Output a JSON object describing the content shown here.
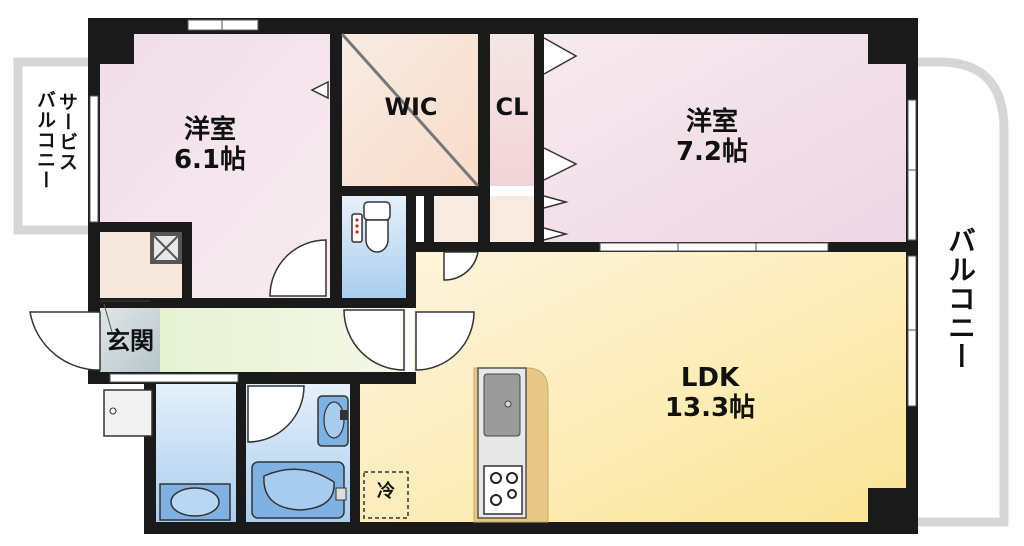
{
  "rooms": {
    "western_left": {
      "name": "洋室",
      "size": "6.1帖"
    },
    "wic": {
      "name": "WIC"
    },
    "cl": {
      "name": "CL"
    },
    "western_right": {
      "name": "洋室",
      "size": "7.2帖"
    },
    "entrance": {
      "name": "玄関"
    },
    "ldk": {
      "name": "LDK",
      "size": "13.3帖"
    },
    "fridge": {
      "name": "冷"
    }
  },
  "balconies": {
    "service": {
      "line1": "サービス",
      "line2": "バルコニー"
    },
    "main": {
      "name": "バルコニー"
    }
  },
  "colors": {
    "wall": "#1a1a1a",
    "western": "#f3dfe8",
    "wic": "#f8e8de",
    "hall": "#eaf3d6",
    "wet": "#b9d7f0",
    "ldk": "#fbe9a8",
    "balcony": "#d9d9d9"
  }
}
